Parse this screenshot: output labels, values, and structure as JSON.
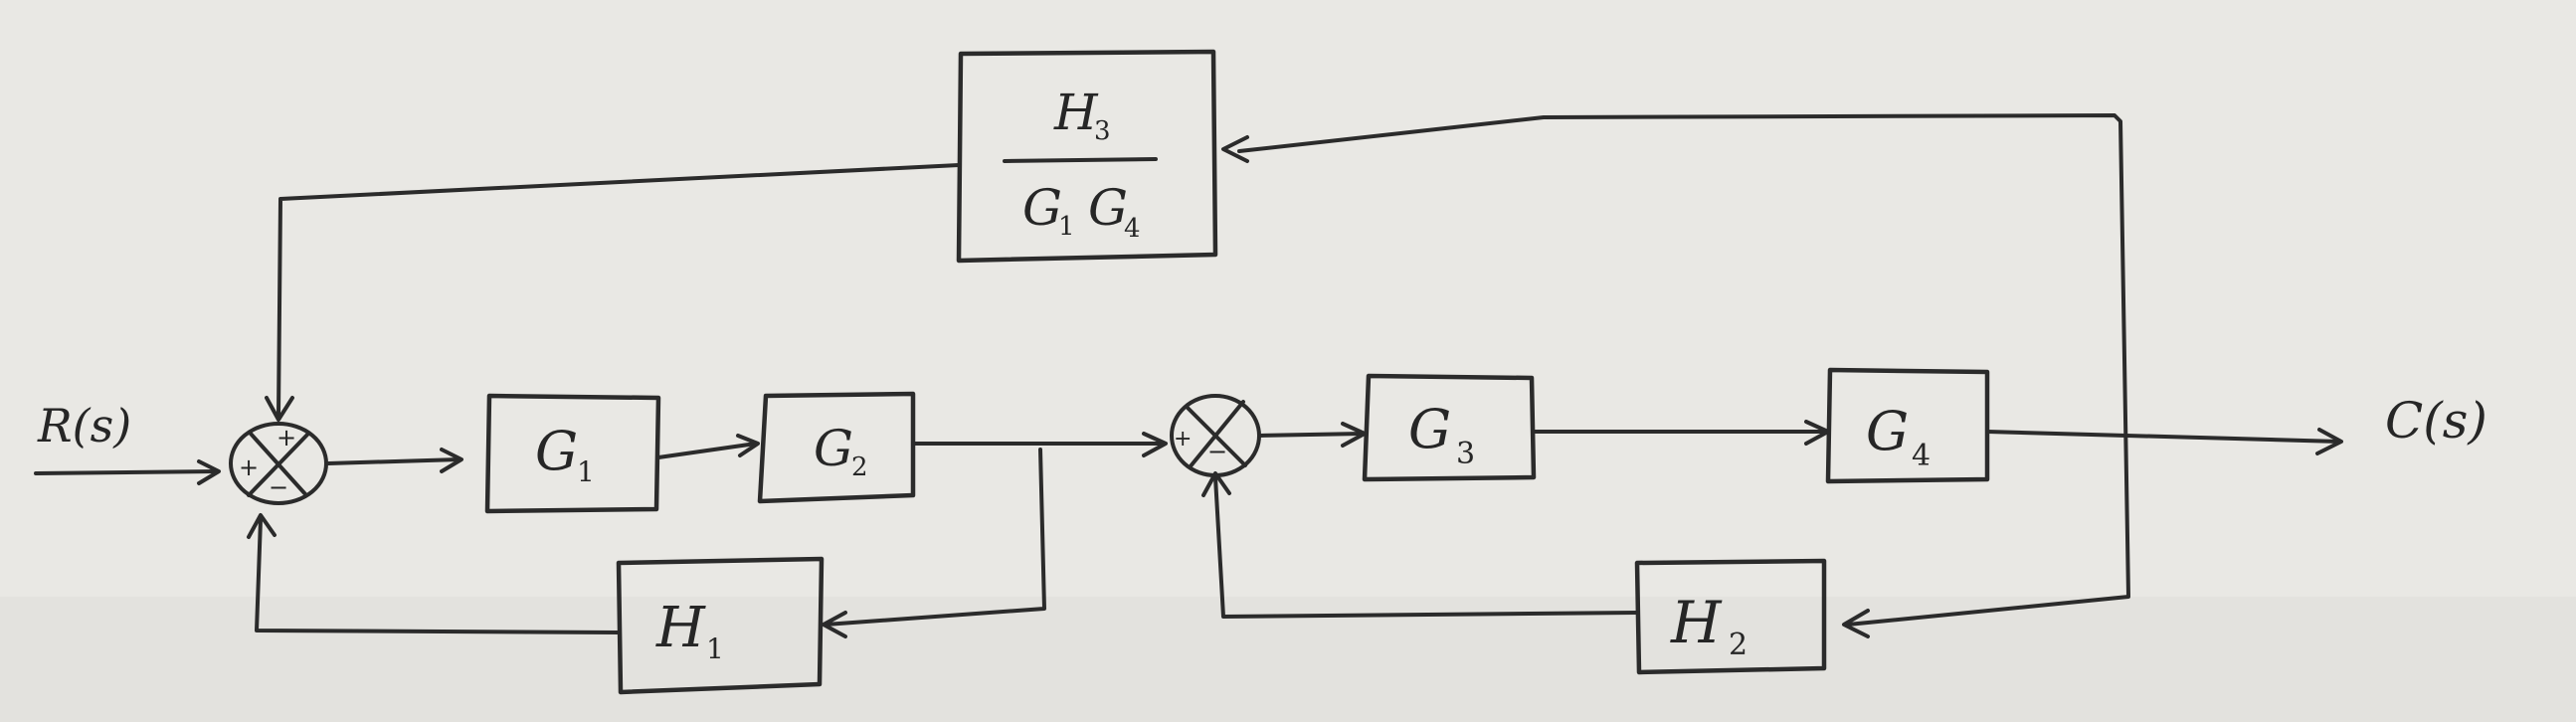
{
  "signals": {
    "input": "R(s)",
    "output": "C(s)"
  },
  "blocks": {
    "g1": {
      "name": "G",
      "sub": "1"
    },
    "g2": {
      "name": "G",
      "sub": "2"
    },
    "g3": {
      "name": "G",
      "sub": "3"
    },
    "g4": {
      "name": "G",
      "sub": "4"
    },
    "h1": {
      "name": "H",
      "sub": "1"
    },
    "h2": {
      "name": "H",
      "sub": "2"
    },
    "h3": {
      "numerator": {
        "name": "H",
        "sub": "3"
      },
      "denominator": {
        "name1": "G",
        "sub1": "1",
        "name2": "G",
        "sub2": "4"
      }
    }
  },
  "summing_junctions": {
    "first": {
      "signs": [
        "+",
        "+",
        "−"
      ]
    },
    "second": {
      "signs": [
        "+",
        "−"
      ]
    }
  },
  "colors": {
    "paper": "#e9e8e4",
    "ink": "#2b2b2b"
  }
}
